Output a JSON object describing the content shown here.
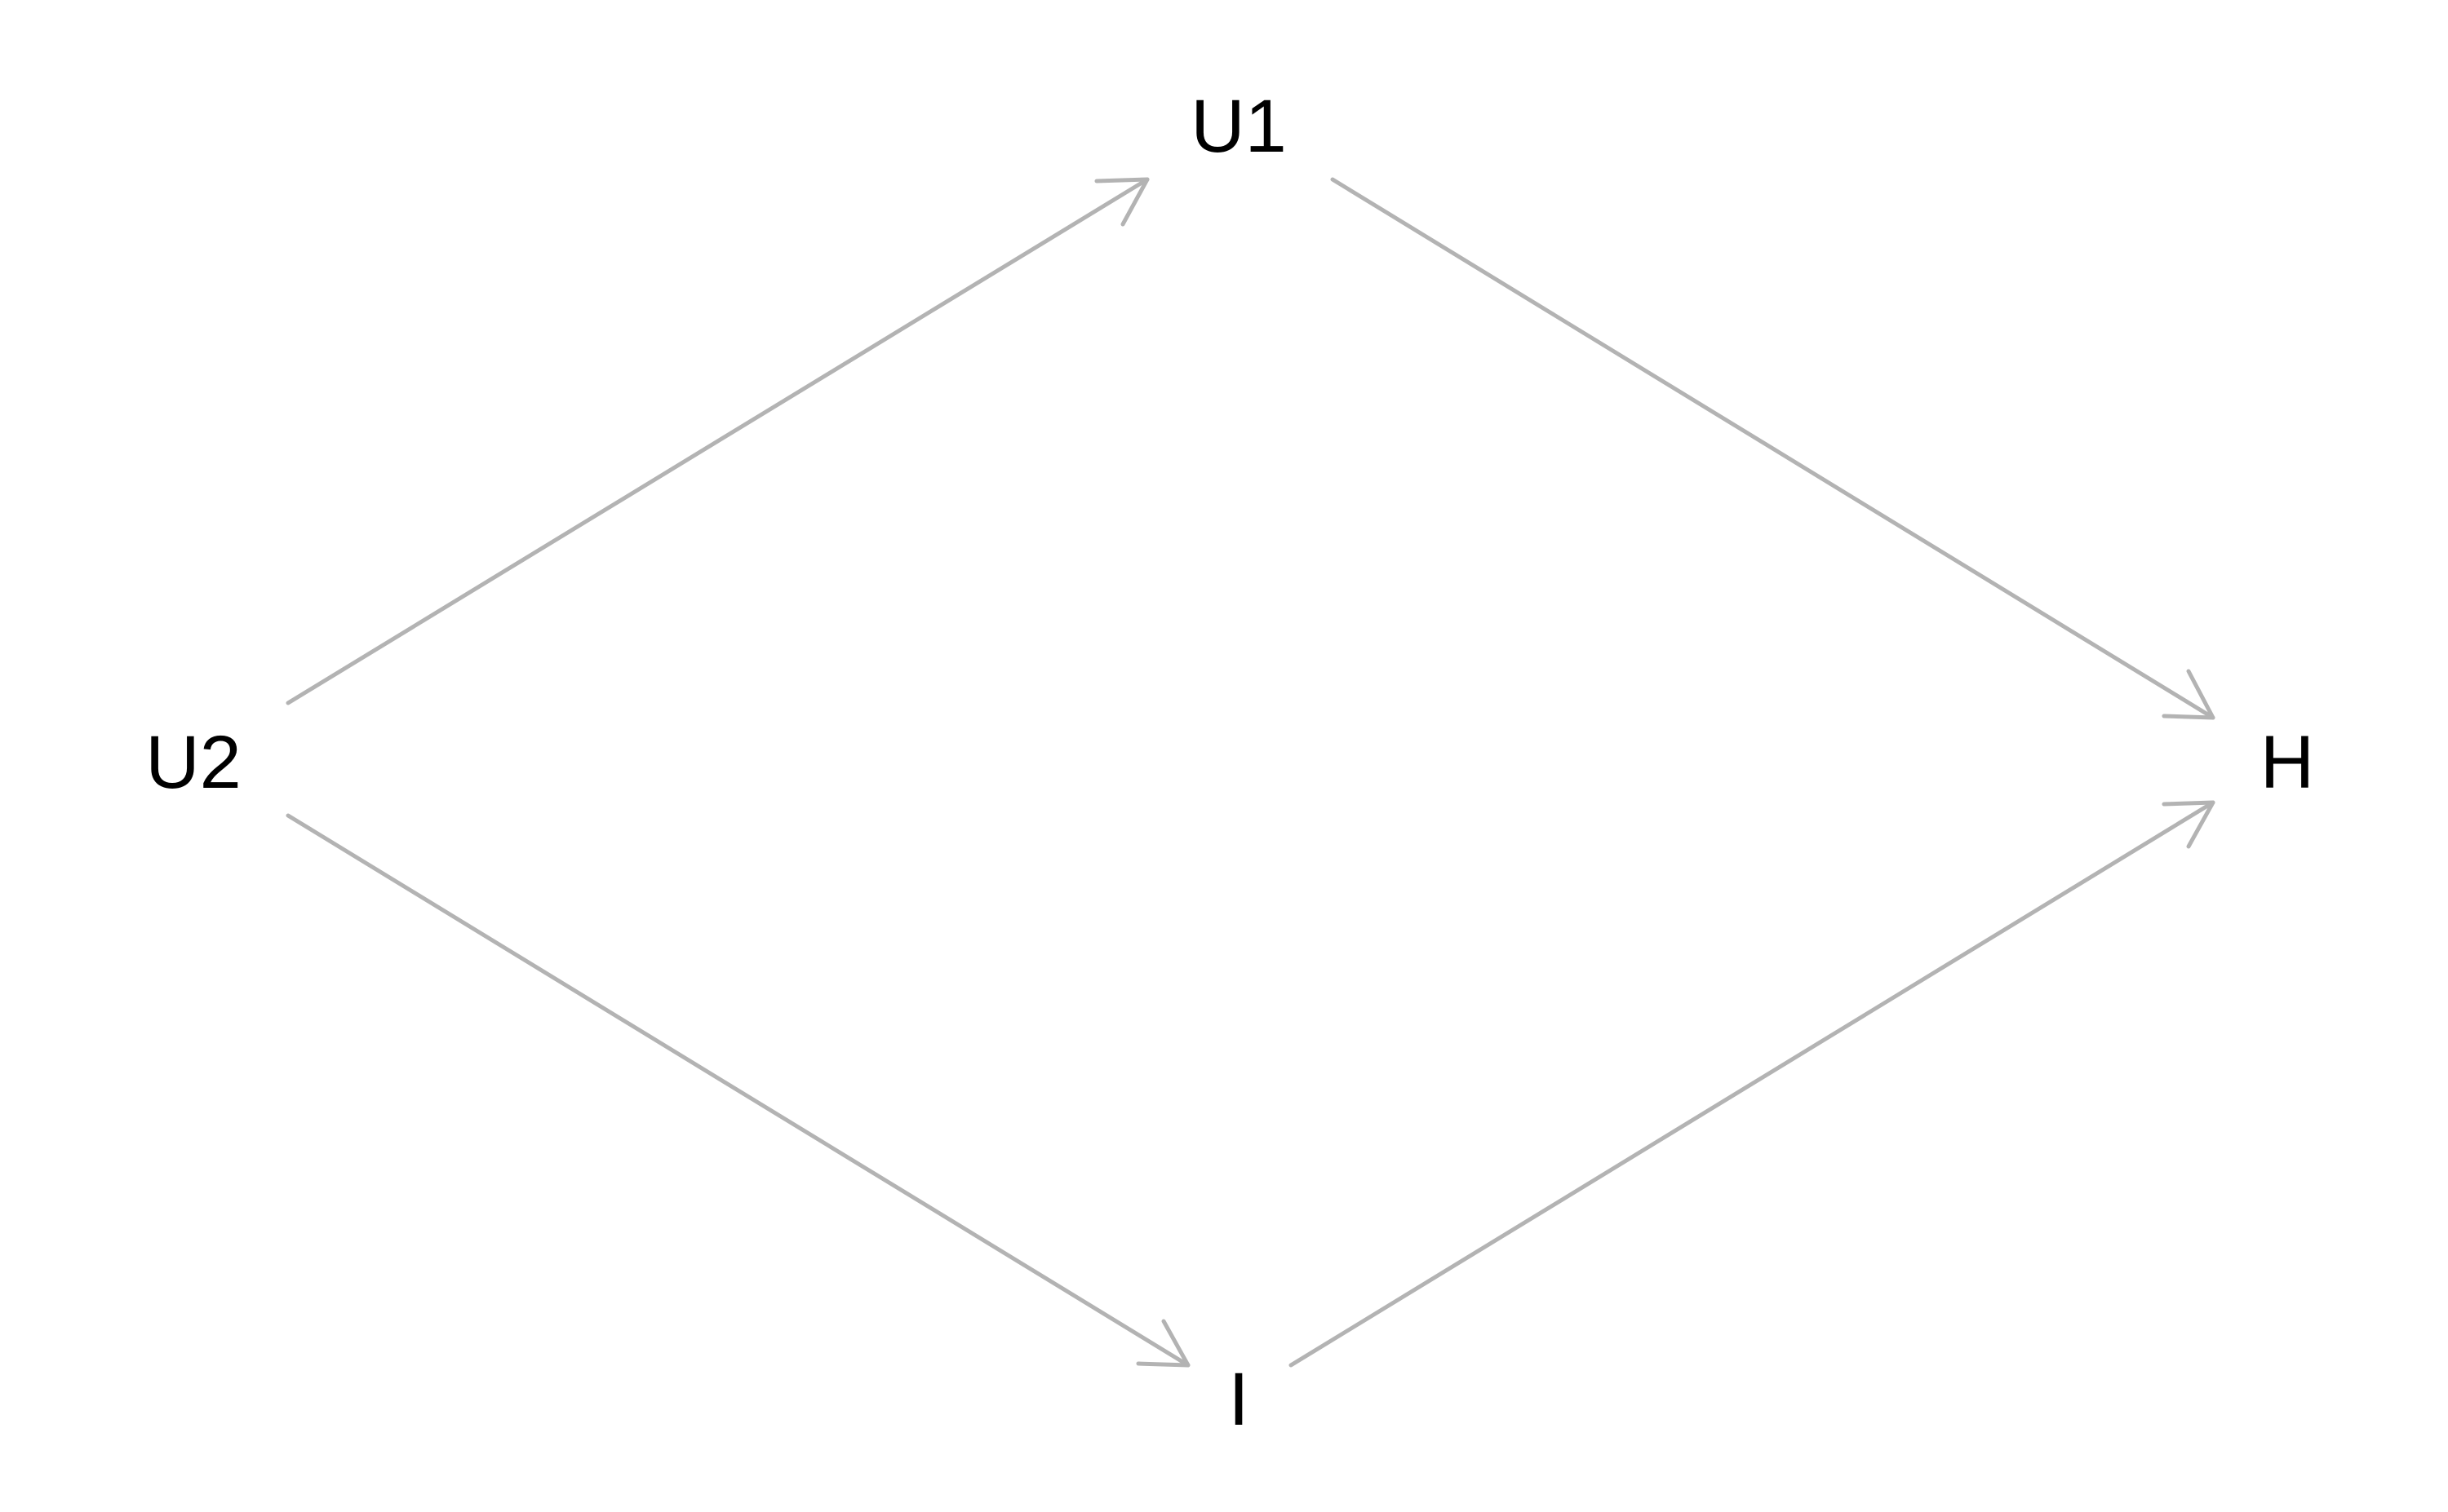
{
  "diagram": {
    "type": "directed-acyclic-graph",
    "nodes": [
      {
        "id": "U1",
        "label": "U1"
      },
      {
        "id": "U2",
        "label": "U2"
      },
      {
        "id": "H",
        "label": "H"
      },
      {
        "id": "I",
        "label": "I"
      }
    ],
    "edges": [
      {
        "from": "U2",
        "to": "U1"
      },
      {
        "from": "U1",
        "to": "H"
      },
      {
        "from": "U2",
        "to": "I"
      },
      {
        "from": "I",
        "to": "H"
      }
    ],
    "colors": {
      "edge": "#b3b3b3",
      "label": "#000000",
      "background": "#ffffff"
    }
  }
}
